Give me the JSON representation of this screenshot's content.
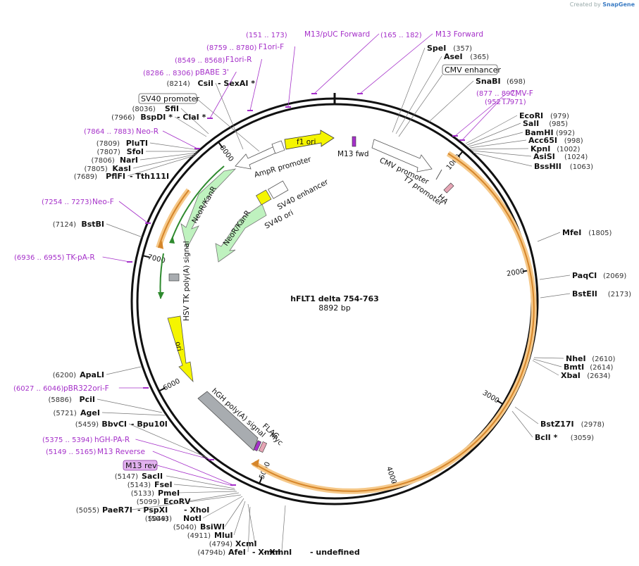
{
  "credit": {
    "prefix": "Created by",
    "brand": "SnapGene"
  },
  "plasmid": {
    "name": "hFLT1 delta 754-763",
    "length_text": "8892 bp"
  },
  "ticks": [
    "1000",
    "2000",
    "3000",
    "4000",
    "5000",
    "6000",
    "7000",
    "8000"
  ],
  "right_enzymes": [
    {
      "name": "SpeI",
      "pos": "(357)"
    },
    {
      "name": "AseI",
      "pos": "(365)"
    },
    {
      "name": "SnaBI",
      "pos": "(698)"
    },
    {
      "name": "EcoRI",
      "pos": "(979)"
    },
    {
      "name": "SalI",
      "pos": "(985)"
    },
    {
      "name": "BamHI",
      "pos": "(992)"
    },
    {
      "name": "Acc65I",
      "pos": "(998)"
    },
    {
      "name": "KpnI",
      "pos": "(1002)"
    },
    {
      "name": "AsiSI",
      "pos": "(1024)"
    },
    {
      "name": "BssHII",
      "pos": "(1063)"
    },
    {
      "name": "MfeI",
      "pos": "(1805)"
    },
    {
      "name": "PaqCI",
      "pos": "(2069)"
    },
    {
      "name": "BstEII",
      "pos": "(2173)"
    },
    {
      "name": "NheI",
      "pos": "(2610)"
    },
    {
      "name": "BmtI",
      "pos": "(2614)"
    },
    {
      "name": "XbaI",
      "pos": "(2634)"
    },
    {
      "name": "BstZ17I",
      "pos": "(2978)"
    },
    {
      "name": "BclI *",
      "pos": "(3059)"
    }
  ],
  "left_enzymes": [
    {
      "pos": "(8214)",
      "name": "CsiI",
      "name2": "SexAI *"
    },
    {
      "pos": "(8036)",
      "name": "SfiI",
      "name2": ""
    },
    {
      "pos": "(7966)",
      "name": "BspDI *",
      "name2": "ClaI *"
    },
    {
      "pos": "(7809)",
      "name": "PluTI",
      "name2": ""
    },
    {
      "pos": "(7807)",
      "name": "SfoI",
      "name2": ""
    },
    {
      "pos": "(7806)",
      "name": "NarI",
      "name2": ""
    },
    {
      "pos": "(7805)",
      "name": "KasI",
      "name2": ""
    },
    {
      "pos": "(7689)",
      "name": "PflFI",
      "name2": "Tth111I"
    },
    {
      "pos": "(7124)",
      "name": "BstBI",
      "name2": ""
    },
    {
      "pos": "(6200)",
      "name": "ApaLI",
      "name2": ""
    },
    {
      "pos": "(5886)",
      "name": "PciI",
      "name2": ""
    },
    {
      "pos": "(5721)",
      "name": "AgeI",
      "name2": ""
    },
    {
      "pos": "(5459)",
      "name": "BbvCI",
      "name2": "Bpu10I"
    }
  ],
  "bottom_enzymes": [
    {
      "pos": "(5147)",
      "name": "SacII"
    },
    {
      "pos": "(5143)",
      "name": "FseI"
    },
    {
      "pos": "(5133)",
      "name": "PmeI"
    },
    {
      "pos": "(5099)",
      "name": "EcoRV"
    },
    {
      "pos": "(5055)",
      "name": "PaeR7I",
      "name2": "PspXI",
      "name3": "XhoI",
      "pos2": "(5049)"
    },
    {
      "pos": "(5043)",
      "name": "NotI"
    },
    {
      "pos": "(5040)",
      "name": "BsiWI"
    },
    {
      "pos": "(4911)",
      "name": "MluI"
    },
    {
      "pos": "(4794)",
      "name": "XcmI"
    },
    {
      "pos": "(4794b)",
      "name": "AfeI",
      "name2": "XmnI"
    }
  ],
  "primers": [
    {
      "range": "(151 .. 173)",
      "name": "M13/pUC Forward"
    },
    {
      "range": "(165 .. 182)",
      "name": "M13 Forward"
    },
    {
      "range": "(8759 .. 8780)",
      "name": "F1ori-F"
    },
    {
      "range": "(8549 .. 8568)",
      "name": "F1ori-R"
    },
    {
      "range": "(8286 .. 8306)",
      "name": "pBABE 3'"
    },
    {
      "range": "(877 .. 897)",
      "name": "CMV-F"
    },
    {
      "range": "(952 .. 971)",
      "name": "T7"
    },
    {
      "range": "(7864 .. 7883)",
      "name": "Neo-R"
    },
    {
      "range": "(7254 .. 7273)",
      "name": "Neo-F"
    },
    {
      "range": "(6936 .. 6955)",
      "name": "TK-pA-R"
    },
    {
      "range": "(6027 .. 6046)",
      "name": "pBR322ori-F"
    },
    {
      "range": "(5375 .. 5394)",
      "name": "hGH-PA-R"
    },
    {
      "range": "(5149 .. 5165)",
      "name": "M13 Reverse"
    }
  ],
  "boxed_features": {
    "cmv_enhancer": "CMV enhancer",
    "sv40_promoter": "SV40 promoter",
    "m13_rev": "M13 rev"
  },
  "inner_features": {
    "f1_ori": "f1 ori",
    "m13_fwd": "M13 fwd",
    "ampr_promoter": "AmpR promoter",
    "cmv_promoter": "CMV promoter",
    "t7_promoter": "T7 promoter",
    "ha": "HA",
    "neor_kanr_1": "NeoR/KanR",
    "neor_kanr_2": "NeoR/KanR",
    "sv40_enhancer": "SV40 enhancer",
    "sv40_ori": "SV40 ori",
    "hsv_tk": "HSV TK poly(A) signal",
    "ori": "ori",
    "hgh": "hGH poly(A) signal",
    "flag": "FLAG",
    "myc": "Myc"
  },
  "colors": {
    "yellow": "#f5f500",
    "green": "#bff2bf",
    "gray": "#a8acb0",
    "orange": "#f2a33a",
    "purple": "#a530c9",
    "primer": "#8a2bb3"
  }
}
